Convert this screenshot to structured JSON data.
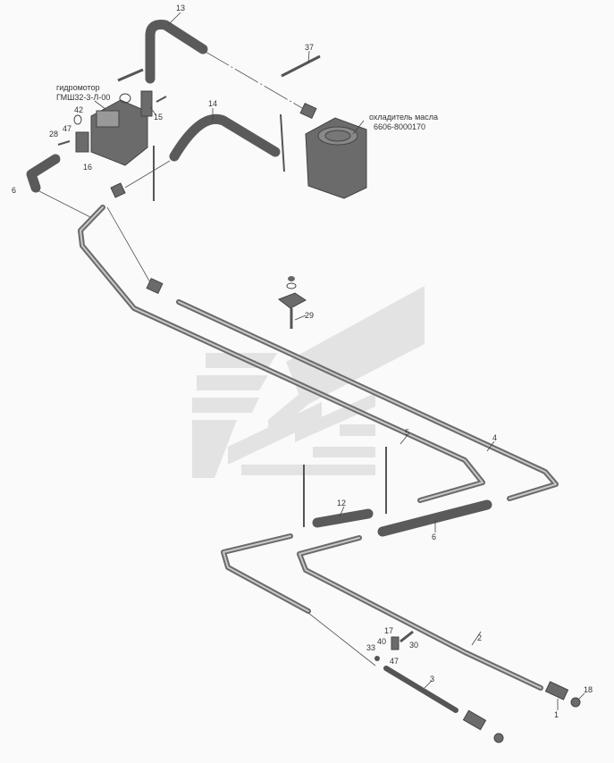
{
  "diagram": {
    "callouts": {
      "p13": "13",
      "p37": "37",
      "motor_name": "гидромотор",
      "motor_code": "ГМШ32-3-Л-00",
      "p42": "42",
      "p15": "15",
      "p14": "14",
      "cooler_name": "охладитель масла",
      "cooler_code": "6606-8000170",
      "p47a": "47",
      "p28": "28",
      "p16": "16",
      "p6a": "6",
      "p29": "29",
      "p5": "5",
      "p4": "4",
      "p12": "12",
      "p6b": "6",
      "p2": "2",
      "p17": "17",
      "p40": "40",
      "p30": "30",
      "p33": "33",
      "p47b": "47",
      "p3": "3",
      "p18": "18",
      "p1": "1"
    },
    "colors": {
      "background": "#fafafa",
      "parts": "#6b6b6b",
      "watermark": "#e3e3e3"
    }
  }
}
